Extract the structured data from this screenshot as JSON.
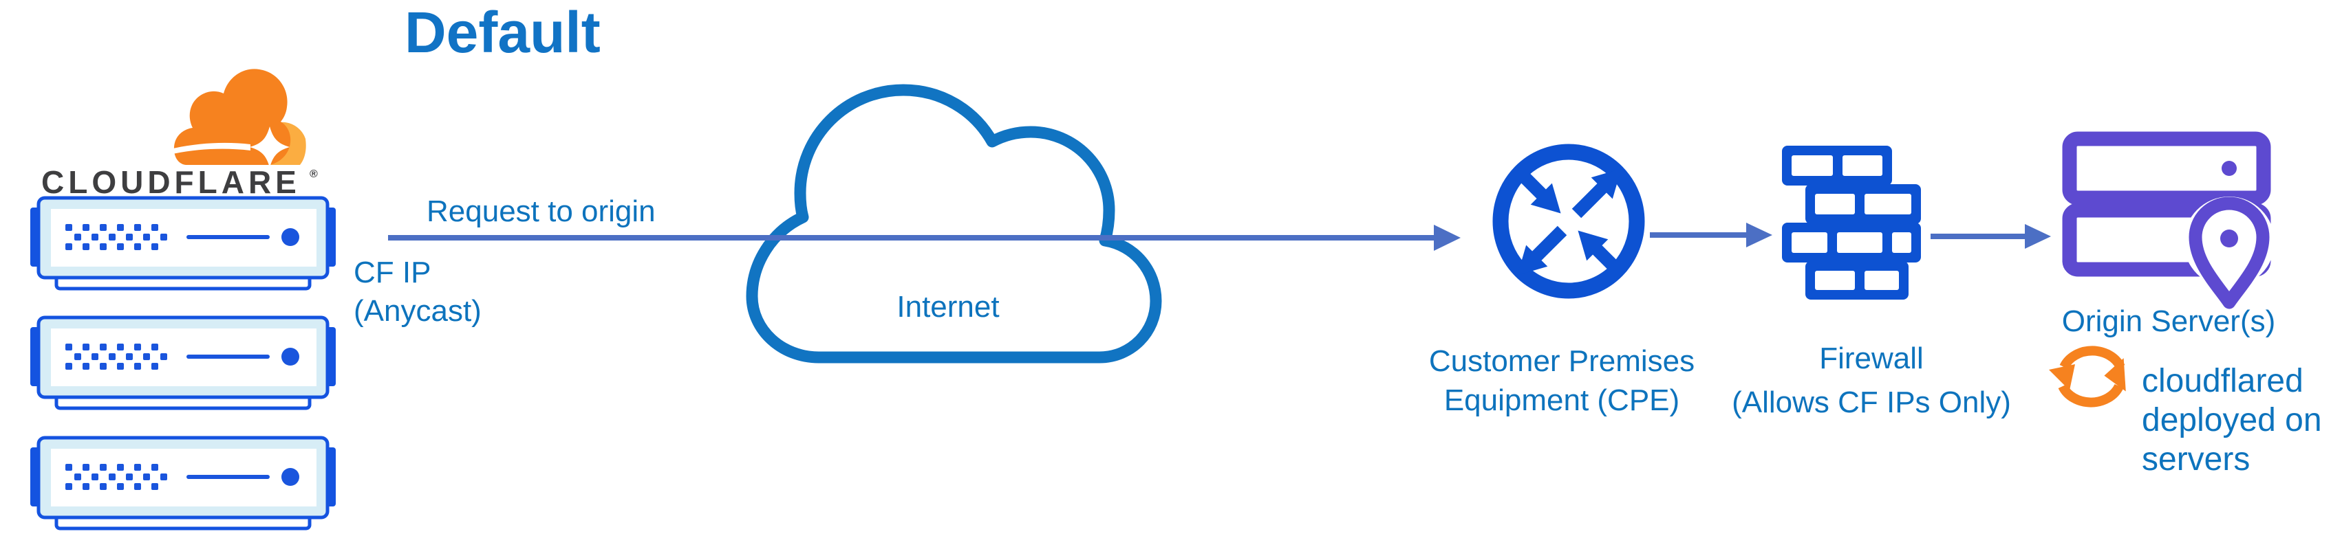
{
  "title": "Default",
  "cloudflare": {
    "wordmark": "CLOUDFLARE",
    "registered": "®",
    "logo": "cloudflare-cloud-logo",
    "edge_server_icon": "server-rack-icon",
    "edge_server_count": 3
  },
  "flow": {
    "arrow_label": "Request to origin",
    "ip_label_line1": "CF IP",
    "ip_label_line2": "(Anycast)"
  },
  "internet": {
    "label": "Internet",
    "icon": "cloud-icon"
  },
  "cpe": {
    "label_line1": "Customer Premises",
    "label_line2": "Equipment (CPE)",
    "icon": "router-icon"
  },
  "firewall": {
    "label_line1": "Firewall",
    "label_line2": "(Allows CF IPs Only)",
    "icon": "brick-wall-icon"
  },
  "origin": {
    "label": "Origin Server(s)",
    "icon": "server-location-icon",
    "note_icon": "sync-icon",
    "note_line1": "cloudflared",
    "note_line2": "deployed on",
    "note_line3": "servers"
  },
  "colors": {
    "title_blue": "#1173c5",
    "label_blue": "#0d73bd",
    "icon_blue": "#0d52d2",
    "accent_blue": "#1a55dd",
    "pale_cyan": "#d7edf6",
    "arrow_slate": "#4c6fc4",
    "cloud_blue": "#1174c2",
    "purple": "#5d4ad0",
    "orange": "#f6821f",
    "orange_light": "#fbad41",
    "wordmark_dark": "#3e3e40"
  }
}
